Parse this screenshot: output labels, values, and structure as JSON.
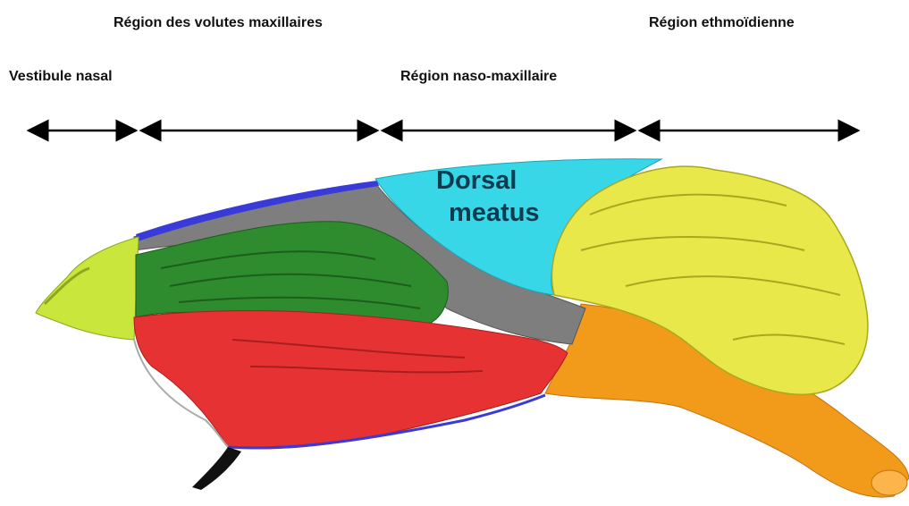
{
  "regions": {
    "volutes_maxillaires": "Région des volutes maxillaires",
    "ethmoidienne": "Région ethmoïdienne",
    "vestibule_nasal": "Vestibule nasal",
    "naso_maxillaire": "Région naso-maxillaire"
  },
  "annotation": {
    "line1": "Dorsal",
    "line2": "meatus"
  },
  "colors": {
    "vestibule": "#c8e63c",
    "maxillary_green": "#2e8b2e",
    "maxillary_red": "#e63232",
    "dorsal_meatus": "#37d7e8",
    "ethmoid_yellow": "#e8e84a",
    "nasopharynx_orange": "#f29a1a",
    "gray_septum": "#8a8a8a",
    "blue_edge": "#3a3ad8"
  }
}
